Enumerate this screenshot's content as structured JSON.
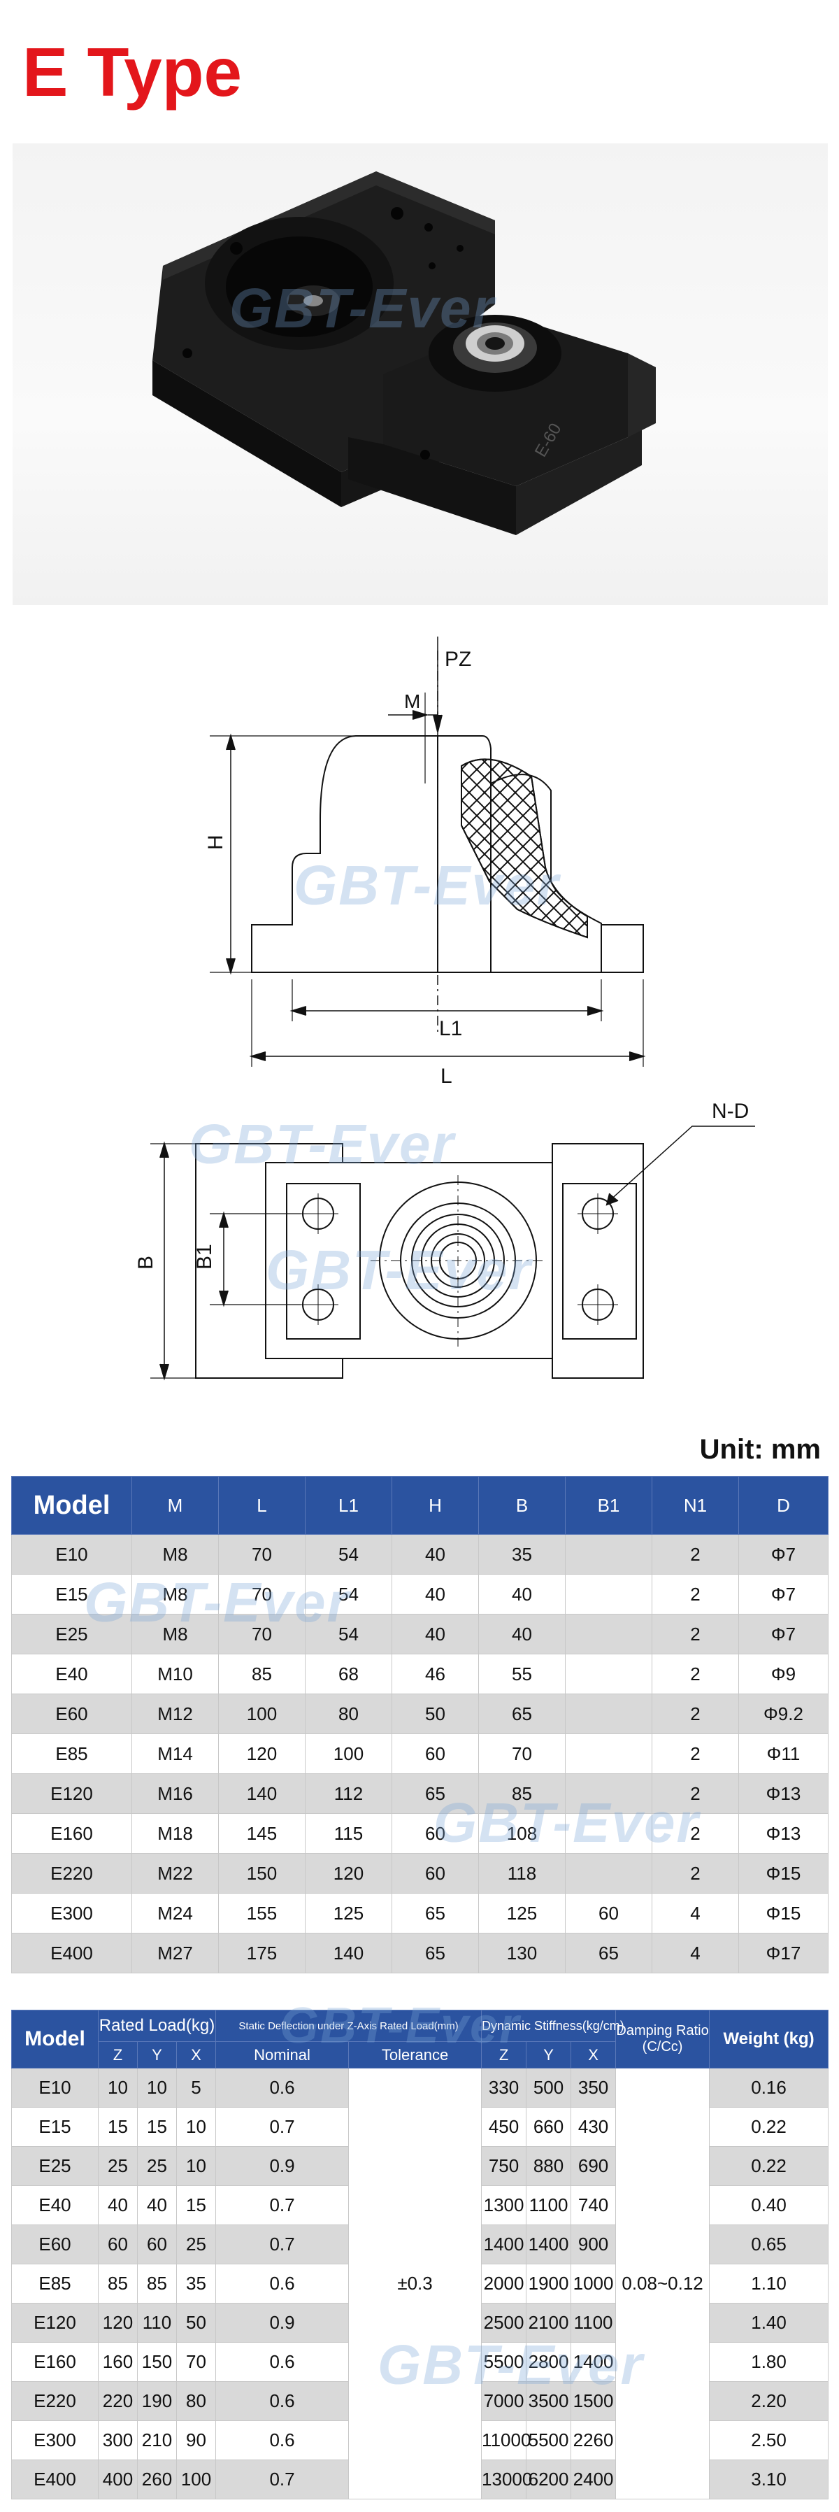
{
  "header": {
    "title": "E Type"
  },
  "watermark": "GBT-Ever",
  "drawing": {
    "side_view": {
      "pz": "PZ",
      "m": "M",
      "h": "H",
      "l1": "L1",
      "l": "L"
    },
    "top_view": {
      "nd": "N-D",
      "b": "B",
      "b1": "B1"
    }
  },
  "unit_label": "Unit: mm",
  "dimension_table": {
    "headers": [
      "Model",
      "M",
      "L",
      "L1",
      "H",
      "B",
      "B1",
      "N1",
      "D"
    ],
    "rows": [
      [
        "E10",
        "M8",
        "70",
        "54",
        "40",
        "35",
        "",
        "2",
        "Φ7"
      ],
      [
        "E15",
        "M8",
        "70",
        "54",
        "40",
        "40",
        "",
        "2",
        "Φ7"
      ],
      [
        "E25",
        "M8",
        "70",
        "54",
        "40",
        "40",
        "",
        "2",
        "Φ7"
      ],
      [
        "E40",
        "M10",
        "85",
        "68",
        "46",
        "55",
        "",
        "2",
        "Φ9"
      ],
      [
        "E60",
        "M12",
        "100",
        "80",
        "50",
        "65",
        "",
        "2",
        "Φ9.2"
      ],
      [
        "E85",
        "M14",
        "120",
        "100",
        "60",
        "70",
        "",
        "2",
        "Φ11"
      ],
      [
        "E120",
        "M16",
        "140",
        "112",
        "65",
        "85",
        "",
        "2",
        "Φ13"
      ],
      [
        "E160",
        "M18",
        "145",
        "115",
        "60",
        "108",
        "",
        "2",
        "Φ13"
      ],
      [
        "E220",
        "M22",
        "150",
        "120",
        "60",
        "118",
        "",
        "2",
        "Φ15"
      ],
      [
        "E300",
        "M24",
        "155",
        "125",
        "65",
        "125",
        "60",
        "4",
        "Φ15"
      ],
      [
        "E400",
        "M27",
        "175",
        "140",
        "65",
        "130",
        "65",
        "4",
        "Φ17"
      ]
    ]
  },
  "performance_table": {
    "model": "Model",
    "rated_load": "Rated Load(kg)",
    "static_deflection": "Static Deflection under Z-Axis Rated Load(mm)",
    "dynamic_stiffness": "Dynamic Stiffness(kg/cm)",
    "damping_ratio": "Damping Ratio (C/Cc)",
    "weight": "Weight (kg)",
    "z": "Z",
    "y": "Y",
    "x": "X",
    "nominal": "Nominal",
    "tolerance": "Tolerance",
    "tolerance_value": "±0.3",
    "damping_value": "0.08~0.12",
    "rows": [
      [
        "E10",
        "10",
        "10",
        "5",
        "0.6",
        "330",
        "500",
        "350",
        "0.16"
      ],
      [
        "E15",
        "15",
        "15",
        "10",
        "0.7",
        "450",
        "660",
        "430",
        "0.22"
      ],
      [
        "E25",
        "25",
        "25",
        "10",
        "0.9",
        "750",
        "880",
        "690",
        "0.22"
      ],
      [
        "E40",
        "40",
        "40",
        "15",
        "0.7",
        "1300",
        "1100",
        "740",
        "0.40"
      ],
      [
        "E60",
        "60",
        "60",
        "25",
        "0.7",
        "1400",
        "1400",
        "900",
        "0.65"
      ],
      [
        "E85",
        "85",
        "85",
        "35",
        "0.6",
        "2000",
        "1900",
        "1000",
        "1.10"
      ],
      [
        "E120",
        "120",
        "110",
        "50",
        "0.9",
        "2500",
        "2100",
        "1100",
        "1.40"
      ],
      [
        "E160",
        "160",
        "150",
        "70",
        "0.6",
        "5500",
        "2800",
        "1400",
        "1.80"
      ],
      [
        "E220",
        "220",
        "190",
        "80",
        "0.6",
        "7000",
        "3500",
        "1500",
        "2.20"
      ],
      [
        "E300",
        "300",
        "210",
        "90",
        "0.6",
        "11000",
        "5500",
        "2260",
        "2.50"
      ],
      [
        "E400",
        "400",
        "260",
        "100",
        "0.7",
        "13000",
        "6200",
        "2400",
        "3.10"
      ]
    ]
  },
  "colors": {
    "title": "#e3161b",
    "header_bg": "#2b53a0",
    "alt_row": "#d9d9d9",
    "watermark": "#78a5d7"
  }
}
